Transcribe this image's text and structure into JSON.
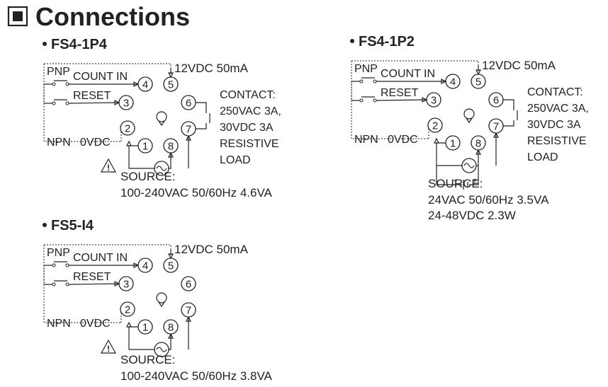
{
  "header": {
    "title": "Connections",
    "checkbox_icon": "checkbox-filled-icon"
  },
  "sections": [
    {
      "id": "fs4-1p4",
      "title": "FS4-1P4",
      "labels": {
        "pnp": "PNP",
        "count_in": "COUNT IN",
        "reset": "RESET",
        "npn": "NPN",
        "zero_vdc": "0VDC",
        "supply": "12VDC 50mA"
      },
      "contact": [
        "CONTACT:",
        "250VAC 3A,",
        "30VDC 3A",
        "RESISTIVE",
        "LOAD"
      ],
      "source_label": "SOURCE:",
      "source_specs": [
        "100-240VAC 50/60Hz 4.6VA"
      ],
      "pins": [
        "1",
        "2",
        "3",
        "4",
        "5",
        "6",
        "7",
        "8"
      ]
    },
    {
      "id": "fs4-1p2",
      "title": "FS4-1P2",
      "labels": {
        "pnp": "PNP",
        "count_in": "COUNT IN",
        "reset": "RESET",
        "npn": "NPN",
        "zero_vdc": "0VDC",
        "supply": "12VDC 50mA"
      },
      "contact": [
        "CONTACT:",
        "250VAC 3A,",
        "30VDC 3A",
        "RESISTIVE",
        "LOAD"
      ],
      "source_label": "SOURCE:",
      "source_specs": [
        "24VAC 50/60Hz 3.5VA",
        "24-48VDC 2.3W"
      ],
      "battery_minus": "−",
      "battery_plus": "+",
      "pins": [
        "1",
        "2",
        "3",
        "4",
        "5",
        "6",
        "7",
        "8"
      ]
    },
    {
      "id": "fs5-i4",
      "title": "FS5-I4",
      "labels": {
        "pnp": "PNP",
        "count_in": "COUNT IN",
        "reset": "RESET",
        "npn": "NPN",
        "zero_vdc": "0VDC",
        "supply": "12VDC 50mA"
      },
      "source_label": "SOURCE:",
      "source_specs": [
        "100-240VAC 50/60Hz 3.8VA"
      ],
      "pins": [
        "1",
        "2",
        "3",
        "4",
        "5",
        "6",
        "7",
        "8"
      ]
    }
  ]
}
